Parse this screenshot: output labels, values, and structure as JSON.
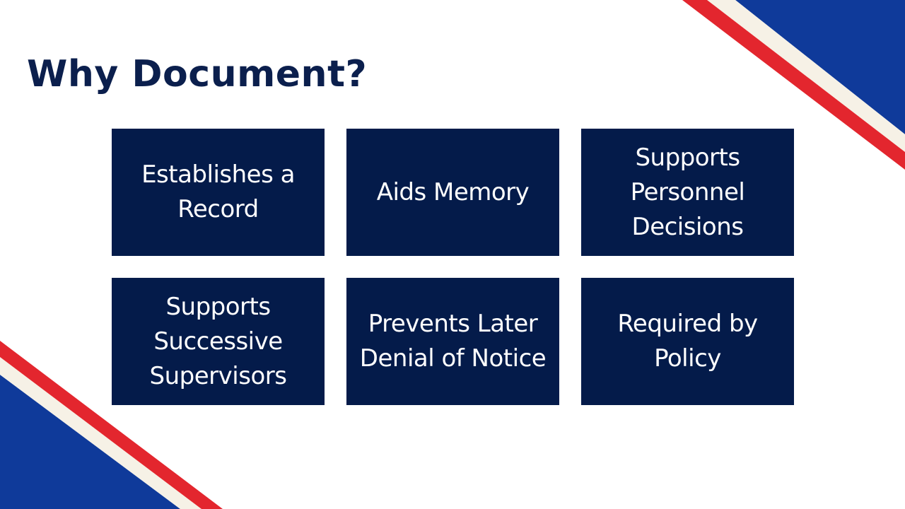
{
  "slide": {
    "title": "Why Document?",
    "colors": {
      "title": "#0b1f4d",
      "tile_background": "#041b4a",
      "tile_text": "#ffffff",
      "stripe_blue": "#0f3a9a",
      "stripe_red": "#e3262e",
      "stripe_cream": "#f6f1e6"
    }
  },
  "tiles": [
    {
      "label": "Establishes a Record"
    },
    {
      "label": "Aids Memory"
    },
    {
      "label": "Supports Personnel Decisions"
    },
    {
      "label": "Supports Successive Supervisors"
    },
    {
      "label": "Prevents Later Denial of Notice"
    },
    {
      "label": "Required by Policy"
    }
  ]
}
